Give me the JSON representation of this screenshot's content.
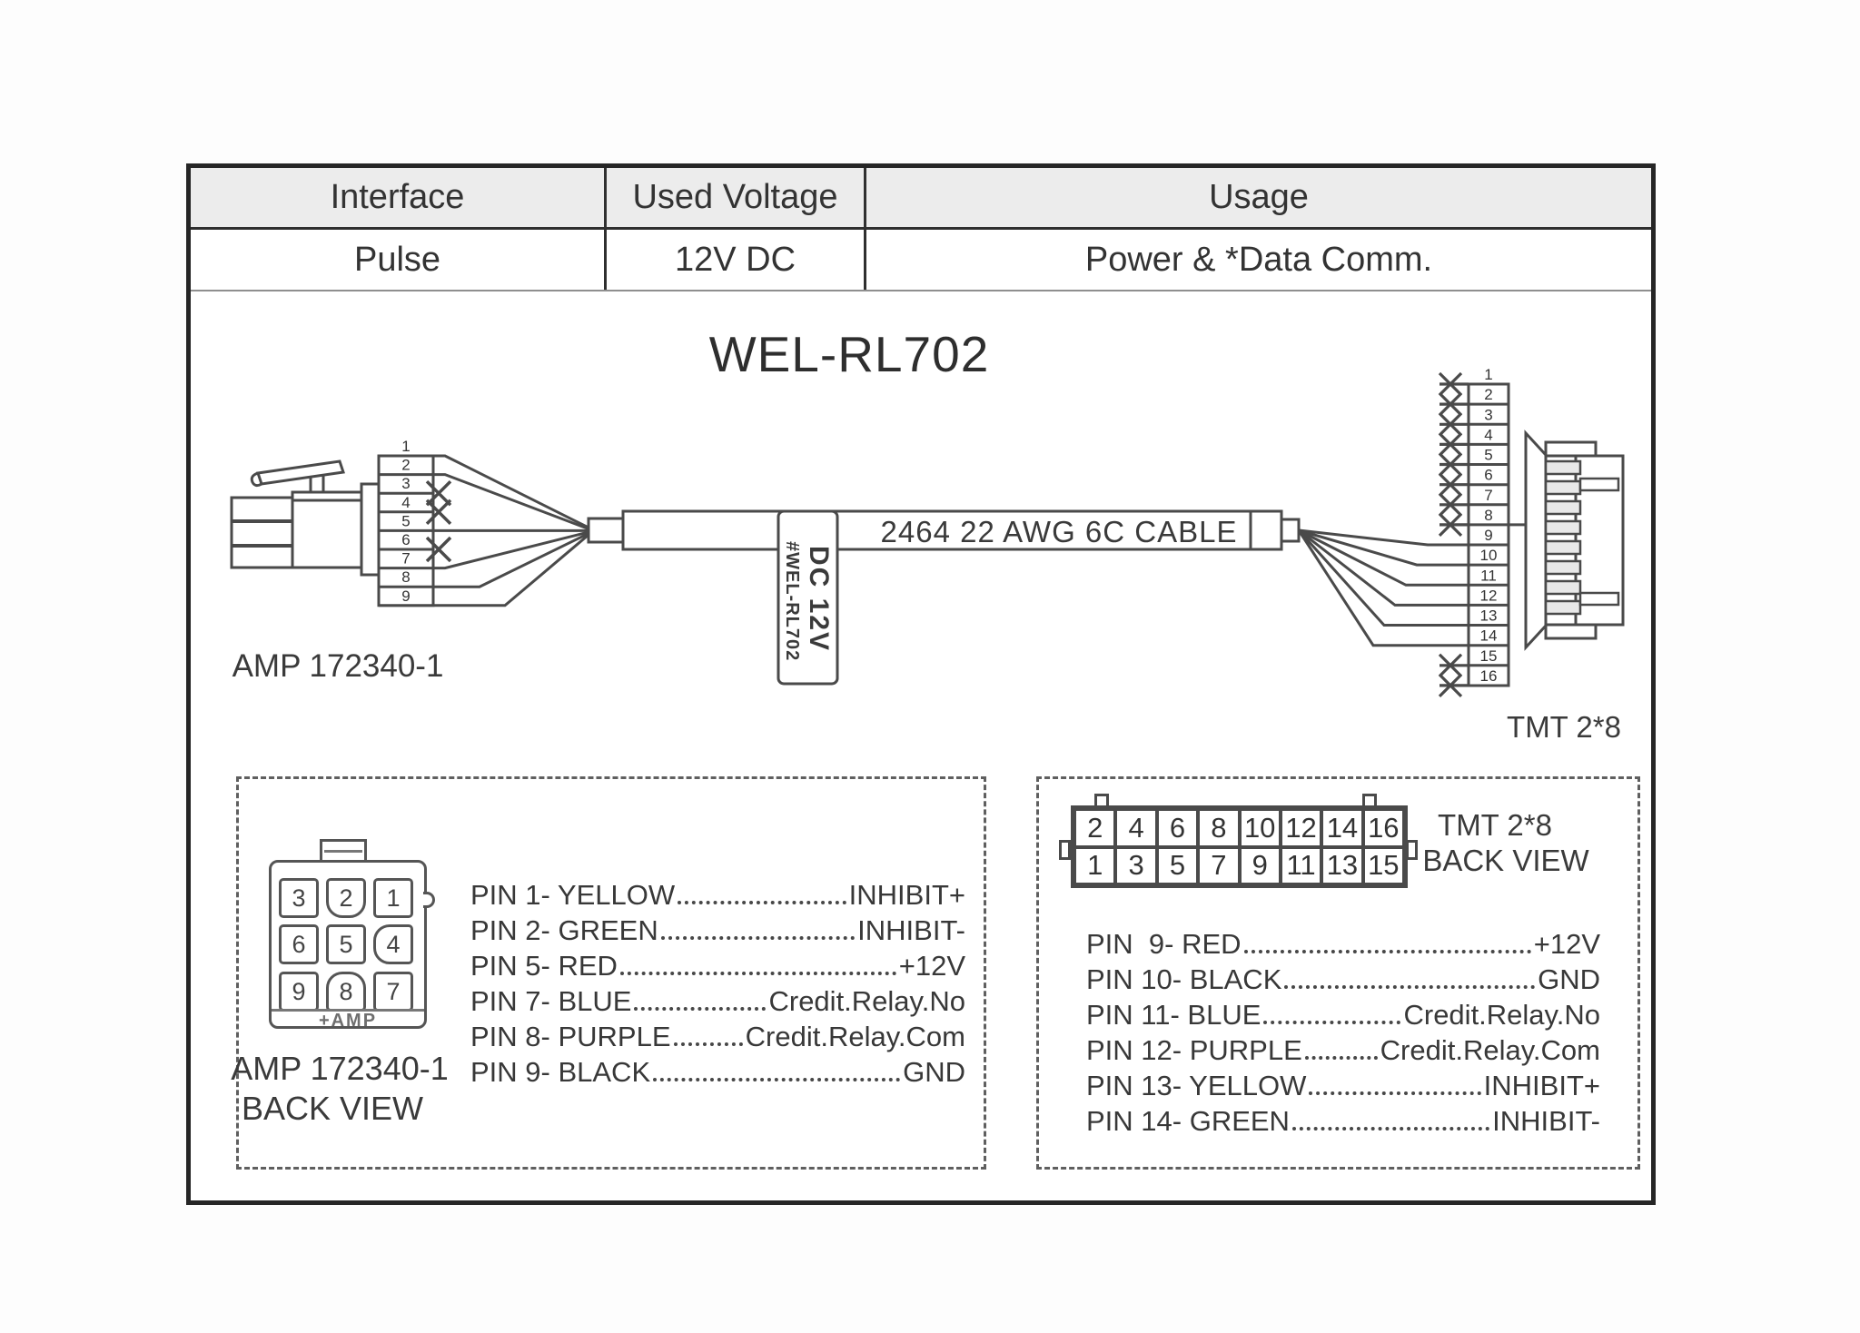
{
  "table": {
    "headers": [
      "Interface",
      "Used Voltage",
      "Usage"
    ],
    "values": [
      "Pulse",
      "12V DC",
      "Power & *Data Comm."
    ]
  },
  "title": "WEL-RL702",
  "diagram": {
    "left_connector_label": "AMP 172340-1",
    "right_connector_label": "TMT 2*8",
    "cable_label": "2464  22 AWG  6C  CABLE",
    "tag_primary": "DC 12V",
    "tag_secondary": "#WEL-RL702",
    "left_pin_numbers": [
      "1",
      "2",
      "3",
      "4",
      "5",
      "6",
      "7",
      "8",
      "9"
    ],
    "right_pin_numbers": [
      "1",
      "2",
      "3",
      "4",
      "5",
      "6",
      "7",
      "8",
      "9",
      "10",
      "11",
      "12",
      "13",
      "14",
      "15",
      "16"
    ]
  },
  "amp_detail": {
    "title": "AMP 172340-1",
    "subtitle": "BACK VIEW",
    "embossed": "+AMP",
    "grid": [
      [
        "3",
        "2",
        "1"
      ],
      [
        "6",
        "5",
        "4"
      ],
      [
        "9",
        "8",
        "7"
      ]
    ],
    "pins": [
      {
        "label": "PIN 1- YELLOW",
        "value": "INHIBIT+"
      },
      {
        "label": "PIN 2- GREEN",
        "value": "INHIBIT-"
      },
      {
        "label": "PIN 5- RED",
        "value": "+12V"
      },
      {
        "label": "PIN 7- BLUE",
        "value": "Credit.Relay.No"
      },
      {
        "label": "PIN 8- PURPLE",
        "value": "Credit.Relay.Com"
      },
      {
        "label": "PIN 9- BLACK",
        "value": "GND"
      }
    ]
  },
  "tmt_detail": {
    "title": "TMT 2*8",
    "subtitle": "BACK VIEW",
    "grid_top": [
      "2",
      "4",
      "6",
      "8",
      "10",
      "12",
      "14",
      "16"
    ],
    "grid_bottom": [
      "1",
      "3",
      "5",
      "7",
      "9",
      "11",
      "13",
      "15"
    ],
    "pins": [
      {
        "label": "PIN  9- RED",
        "value": "+12V"
      },
      {
        "label": "PIN 10- BLACK",
        "value": "GND"
      },
      {
        "label": "PIN 11- BLUE",
        "value": "Credit.Relay.No"
      },
      {
        "label": "PIN 12- PURPLE",
        "value": "Credit.Relay.Com"
      },
      {
        "label": "PIN 13- YELLOW",
        "value": "INHIBIT+"
      },
      {
        "label": "PIN 14- GREEN",
        "value": "INHIBIT-"
      }
    ]
  },
  "colors": {
    "line": "#4a4a4a",
    "text": "#333333",
    "header_bg": "#ececec"
  }
}
